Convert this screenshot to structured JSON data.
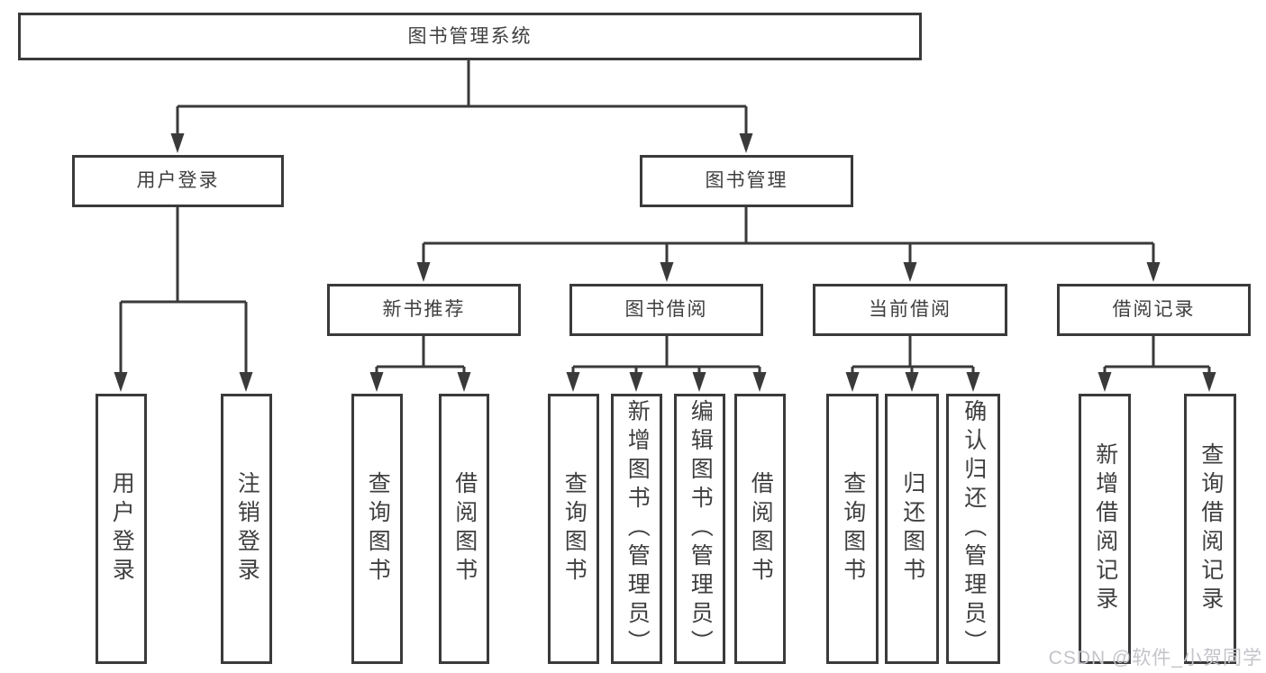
{
  "diagram": {
    "type": "hierarchy-tree",
    "tree": {
      "label": "图书管理系统",
      "children": [
        {
          "label": "用户登录",
          "children": [
            {
              "label": "用户登录"
            },
            {
              "label": "注销登录"
            }
          ]
        },
        {
          "label": "图书管理",
          "children": [
            {
              "label": "新书推荐",
              "children": [
                {
                  "label": "查询图书"
                },
                {
                  "label": "借阅图书"
                }
              ]
            },
            {
              "label": "图书借阅",
              "children": [
                {
                  "label": "查询图书"
                },
                {
                  "label": "新增图书（管理员）"
                },
                {
                  "label": "编辑图书（管理员）"
                },
                {
                  "label": "借阅图书"
                }
              ]
            },
            {
              "label": "当前借阅",
              "children": [
                {
                  "label": "查询图书"
                },
                {
                  "label": "归还图书"
                },
                {
                  "label": "确认归还（管理员）"
                }
              ]
            },
            {
              "label": "借阅记录",
              "children": [
                {
                  "label": "新增借阅记录"
                },
                {
                  "label": "查询借阅记录"
                }
              ]
            }
          ]
        }
      ]
    },
    "colors": {
      "line": "#3a3a3a",
      "box_border": "#3a3a3a",
      "text": "#3f3f3f",
      "background": "#ffffff",
      "watermark": "#c3c3c9"
    }
  },
  "watermark": {
    "text": "CSDN @软件_小贺同学"
  }
}
